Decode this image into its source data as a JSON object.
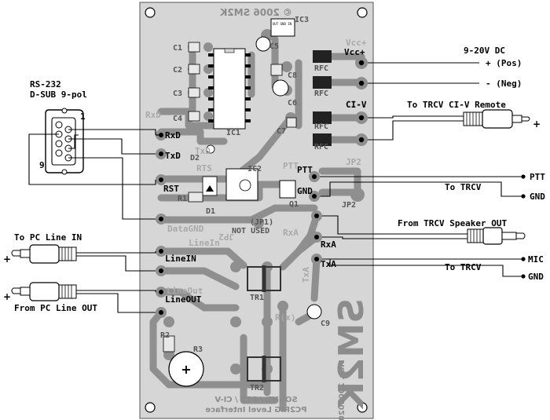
{
  "board": {
    "copyright": "© 2006 SM2K",
    "footer_line1": "SOUND / PTT / CI-V",
    "footer_line2": "PC2RIG Level Interface",
    "side_code": "Rev. 20040201",
    "logo": "SM2K"
  },
  "connectors": {
    "rs232_title": "RS-232",
    "rs232_subtitle": "D-SUB 9-pol",
    "pin1": "1",
    "pin9": "9",
    "pc_line_in": "To PC Line IN",
    "pc_line_out": "From PC Line OUT",
    "power_title": "9-20V DC",
    "power_pos": "+ (Pos)",
    "power_neg": "- (Neg)",
    "civ_remote": "To TRCV CI-V Remote",
    "trcv_ptt": "To TRCV",
    "ptt_out": "PTT",
    "gnd_out1": "GND",
    "speaker_out": "From TRCV Speaker OUT",
    "trcv_mic": "To TRCV",
    "mic_out": "MIC",
    "gnd_out2": "GND"
  },
  "pad_labels": {
    "vcc": "Vcc+",
    "civ": "CI-V",
    "rxd": "RxD",
    "txd": "TxD",
    "rst": "RST",
    "ptt": "PTT",
    "gnd": "GND",
    "rxa": "RxA",
    "txa": "TxA",
    "linein": "LineIN",
    "lineout": "LineOUT"
  },
  "silk_labels": {
    "vcc_ghost": "Vcc+",
    "civ_ghost": "CI-V",
    "rxd_ghost": "RxD",
    "txd_ghost": "TxD",
    "rts_ghost": "RTS",
    "ptt_ghost": "PTT",
    "jp2_ghost": "JP2",
    "datagnd_ghost": "DataGND",
    "linein_ghost": "LineIn",
    "rxa_ghost": "RxA",
    "txa_ghost": "TxA",
    "lineout_ghost": "LineOut",
    "rx_ghost": "R(x)",
    "ic1": "IC1",
    "ic2": "IC2",
    "ic3": "IC3",
    "c1": "C1",
    "c2": "C2",
    "c3": "C3",
    "c4": "C4",
    "c5": "C5",
    "c6": "C6",
    "c7": "C7",
    "c8": "C8",
    "c9": "C9",
    "rfc1": "RFC",
    "rfc2": "RFC",
    "rfc3": "RFC",
    "rfc4": "RFC",
    "d1": "D1",
    "d2": "D2",
    "r1": "R1",
    "r2": "R2",
    "r3": "R3",
    "q1": "Q1",
    "jp2": "JP2",
    "jp1": "(JP1)",
    "not_used": "NOT USED",
    "tr1": "TR1",
    "tr2": "TR2",
    "ic3_pins": "OUT GND IN"
  }
}
